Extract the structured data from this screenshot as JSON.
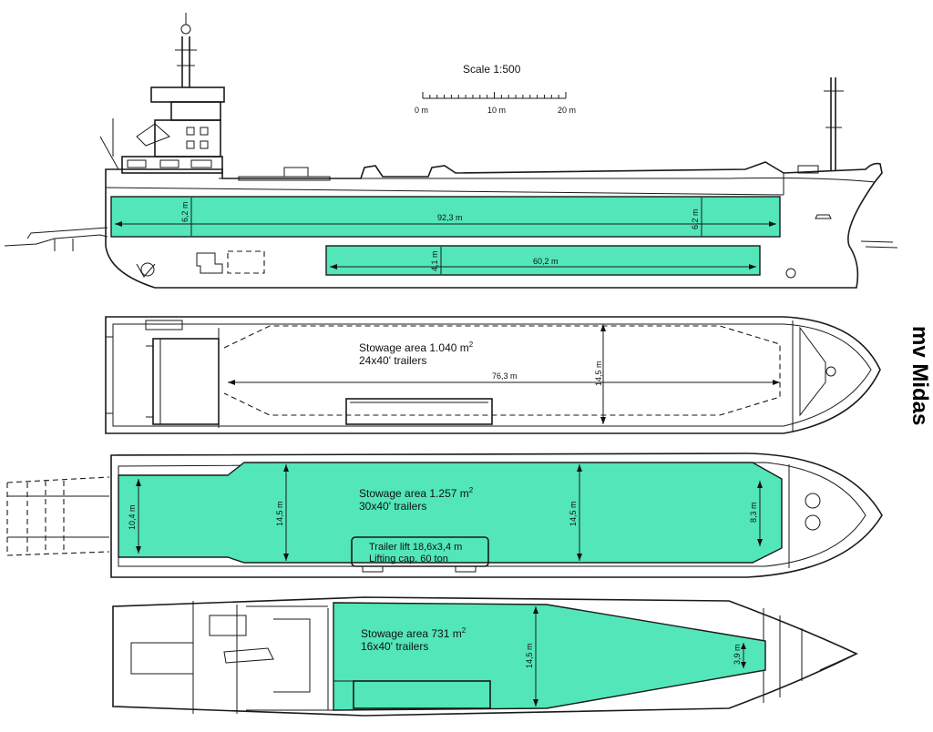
{
  "title": "mv Midas",
  "scale": {
    "label": "Scale  1:500",
    "ticks": [
      "0 m",
      "10 m",
      "20 m"
    ]
  },
  "profile": {
    "upper_deck": {
      "length": "92,3 m",
      "height_aft": "6,2 m",
      "height_fwd": "6,2 m"
    },
    "lower_hold": {
      "length": "60,2 m",
      "height": "4,1 m"
    }
  },
  "deck1": {
    "area_line1": "Stowage area 1.040 m",
    "area_sup": "2",
    "area_line2": "24x40' trailers",
    "length": "76,3 m",
    "width": "14,5 m"
  },
  "deck2": {
    "area_line1": "Stowage area 1.257 m",
    "area_sup": "2",
    "area_line2": "30x40' trailers",
    "width_aft": "10,4 m",
    "width_mid1": "14,5 m",
    "width_mid2": "14,5 m",
    "width_fwd": "8,3 m",
    "lift_line1": "Trailer lift 18,6x3,4  m",
    "lift_line2": "Lifting cap. 60  ton"
  },
  "deck3": {
    "area_line1": "Stowage area 731 m",
    "area_sup": "2",
    "area_line2": "16x40' trailers",
    "width": "14,5 m",
    "width_fwd": "3,9 m"
  },
  "colors": {
    "stowage": "#52e6b8",
    "line": "#1a1a1a"
  }
}
